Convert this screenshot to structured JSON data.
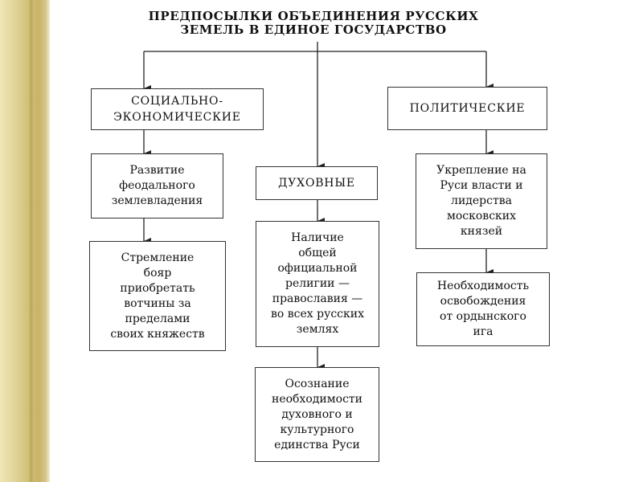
{
  "title": {
    "line1": "ПРЕДПОСЫЛКИ ОБЪЕДИНЕНИЯ РУССКИХ",
    "line2": "ЗЕМЕЛЬ В ЕДИНОЕ ГОСУДАРСТВО"
  },
  "categories": {
    "socio_economic": {
      "line1": "СОЦИАЛЬНО-",
      "line2": "ЭКОНОМИЧЕСКИЕ"
    },
    "spiritual": "ДУХОВНЫЕ",
    "political": "ПОЛИТИЧЕСКИЕ"
  },
  "socio_economic_items": [
    {
      "lines": [
        "Развитие",
        "феодального",
        "землевладения"
      ]
    },
    {
      "lines": [
        "Стремление",
        "бояр",
        "приобретать",
        "вотчины за",
        "пределами",
        "своих княжеств"
      ]
    }
  ],
  "spiritual_items": [
    {
      "lines": [
        "Наличие",
        "общей",
        "официальной",
        "религии —",
        "православия —",
        "во всех русских",
        "землях"
      ]
    },
    {
      "lines": [
        "Осознание",
        "необходимости",
        "духовного и",
        "культурного",
        "единства Руси"
      ]
    }
  ],
  "political_items": [
    {
      "lines": [
        "Укрепление на",
        "Руси власти и",
        "лидерства",
        "московских",
        "князей"
      ]
    },
    {
      "lines": [
        "Необходимость",
        "освобождения",
        "от ордынского",
        "ига"
      ]
    }
  ]
}
